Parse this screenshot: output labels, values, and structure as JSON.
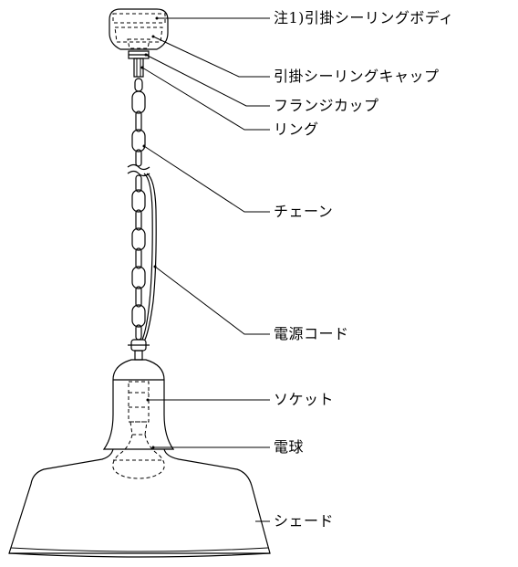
{
  "labels": {
    "ceiling_body": "注1)引掛シーリングボディ",
    "ceiling_cap": "引掛シーリングキャップ",
    "flange_cup": "フランジカップ",
    "ring": "リング",
    "chain": "チェーン",
    "power_cord": "電源コード",
    "socket": "ソケット",
    "bulb": "電球",
    "shade": "シェード"
  },
  "colors": {
    "line": "#000000",
    "background": "#ffffff"
  }
}
